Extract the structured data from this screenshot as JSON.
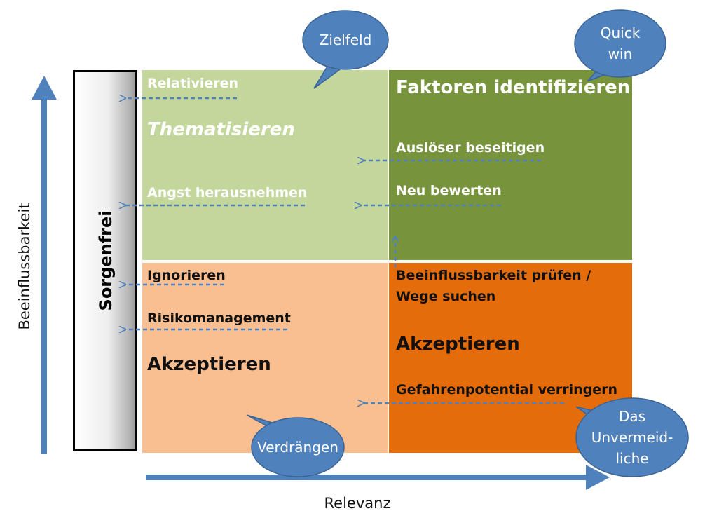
{
  "colors": {
    "light_green": "#c3d69b",
    "dark_green": "#77933c",
    "light_orange": "#f9bf90",
    "dark_orange": "#e46c0a",
    "arrow_blue": "#4f81bd",
    "bubble_blue": "#4f81bd",
    "bubble_border": "#3a6394"
  },
  "axes": {
    "y_label": "Beeinflussbarkeit",
    "x_label": "Relevanz"
  },
  "sorgenfrei": {
    "label": "Sorgenfrei"
  },
  "quadrants": {
    "top_left": {
      "relativieren": "Relativieren",
      "thematisieren": "Thematisieren",
      "angst": "Angst herausnehmen"
    },
    "top_right": {
      "title": "Faktoren identifizieren",
      "ausloeser": "Auslöser beseitigen",
      "neu": "Neu bewerten"
    },
    "bottom_left": {
      "ignorieren": "Ignorieren",
      "risiko": "Risikomanagement",
      "akzeptieren": "Akzeptieren"
    },
    "bottom_right": {
      "pruefen_1": "Beeinflussbarkeit prüfen /",
      "pruefen_2": "Wege suchen",
      "akzeptieren": "Akzeptieren",
      "gefahr": "Gefahrenpotential verringern"
    }
  },
  "bubbles": {
    "zielfeld": "Zielfeld",
    "quick_1": "Quick",
    "quick_2": "win",
    "verdraengen": "Verdrängen",
    "das_1": "Das",
    "das_2": "Unvermeid-",
    "das_3": "liche"
  }
}
